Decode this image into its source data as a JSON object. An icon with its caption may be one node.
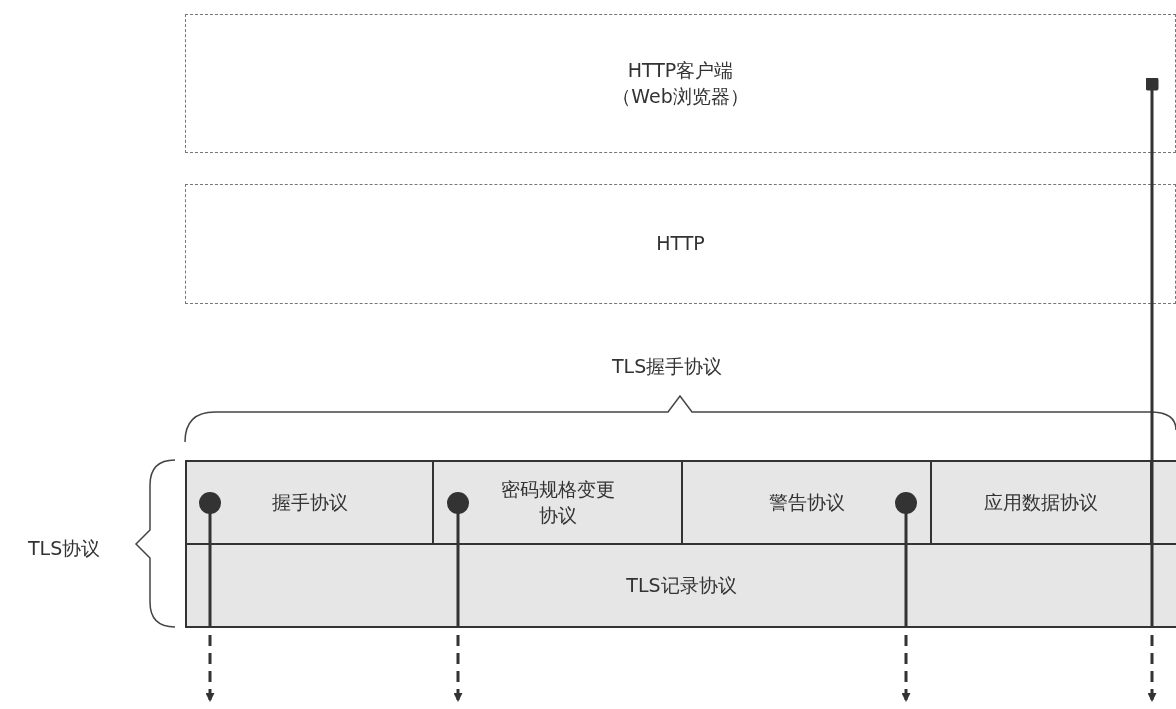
{
  "diagram": {
    "nodes": [
      {
        "text": [
          "HTTP客户端",
          "（Web浏览器）"
        ]
      },
      {
        "text": [
          "HTTP"
        ]
      },
      {
        "text": [
          "握手协议"
        ]
      },
      {
        "text": [
          "密码规格变更协议"
        ]
      },
      {
        "text": [
          "警告协议"
        ]
      },
      {
        "text": [
          "应用数据协议"
        ]
      },
      {
        "text": [
          "TLS记录协议"
        ]
      }
    ],
    "edges": [
      {
        "from": 2,
        "to": null,
        "arrow": "to"
      },
      {
        "from": 3,
        "to": null,
        "arrow": "to"
      },
      {
        "from": 4,
        "to": null,
        "arrow": "to"
      },
      {
        "from": 0,
        "to": null,
        "arrow": "to"
      }
    ],
    "labels": [
      "TLS握手协议",
      "TLS协议"
    ]
  }
}
